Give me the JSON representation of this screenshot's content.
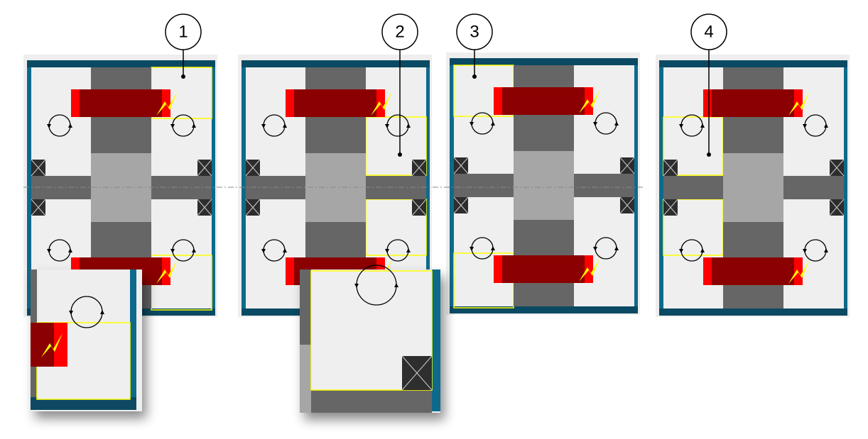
{
  "colors": {
    "frame_blue": "#0e6a8c",
    "frame_navy": "#0b4a63",
    "interior": "#efefef",
    "rotor_dark": "#666666",
    "rotor_light": "#a6a6a6",
    "magnet_dark": "#8b0000",
    "magnet_red": "#ff0000",
    "bolt": "#ffff00",
    "highlight": "#ffff00",
    "bearing": "#2d2d2d"
  },
  "panels": [
    {
      "label": "1",
      "highlight": "top-right"
    },
    {
      "label": "2",
      "highlight": "mid-right"
    },
    {
      "label": "3",
      "highlight": "top-left"
    },
    {
      "label": "4",
      "highlight": "mid-left"
    }
  ],
  "insets": [
    {
      "detail": "magnet-corner-with-rotation-arrow"
    },
    {
      "detail": "bearing-corner-with-rotation-arrow"
    }
  ]
}
